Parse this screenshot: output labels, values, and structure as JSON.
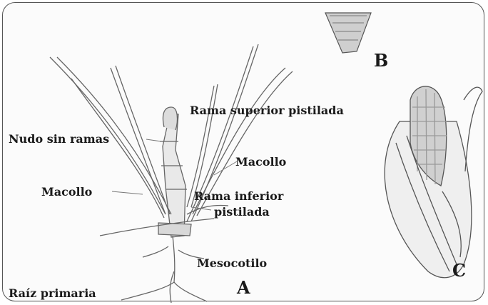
{
  "labels": {
    "rama_superior": "Rama superior pistilada",
    "nudo": "Nudo sin ramas",
    "macollo_right": "Macollo",
    "macollo_left": "Macollo",
    "rama_inferior_1": "Rama inferior",
    "rama_inferior_2": "pistilada",
    "mesocotilo": "Mesocotilo",
    "raiz": "Raíz primaria",
    "panel_a": "A",
    "panel_b": "B",
    "panel_c": "C"
  }
}
